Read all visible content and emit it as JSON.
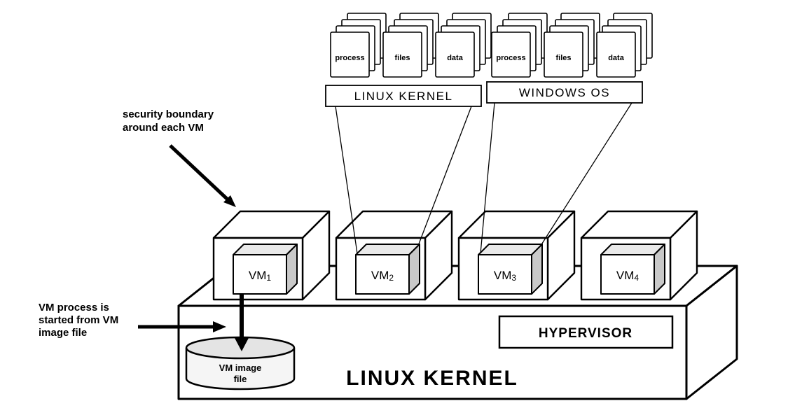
{
  "colors": {
    "line": "#000000",
    "fill": "#ffffff",
    "shade_light": "#e9e9e9",
    "shade_dark": "#c9c9c9",
    "cylinder_top": "#e4e4e4",
    "cylinder_body": "#f5f5f5"
  },
  "card_stacks": {
    "linux": [
      {
        "label": "process"
      },
      {
        "label": "files"
      },
      {
        "label": "data"
      }
    ],
    "windows": [
      {
        "label": "process"
      },
      {
        "label": "files"
      },
      {
        "label": "data"
      }
    ]
  },
  "os_boxes": {
    "linux": {
      "label": "LINUX KERNEL"
    },
    "windows": {
      "label": "WINDOWS OS"
    }
  },
  "vms": [
    {
      "name": "VM",
      "number": "1"
    },
    {
      "name": "VM",
      "number": "2"
    },
    {
      "name": "VM",
      "number": "3"
    },
    {
      "name": "VM",
      "number": "4"
    }
  ],
  "host": {
    "hypervisor_label": "HYPERVISOR",
    "kernel_label": "LINUX KERNEL"
  },
  "vm_image": {
    "line1": "VM image",
    "line2": "file"
  },
  "annotations": {
    "security_boundary": {
      "line1": "security boundary",
      "line2": "around each VM"
    },
    "vm_process": {
      "line1": "VM process is",
      "line2": "started from VM",
      "line3": "image file"
    }
  }
}
